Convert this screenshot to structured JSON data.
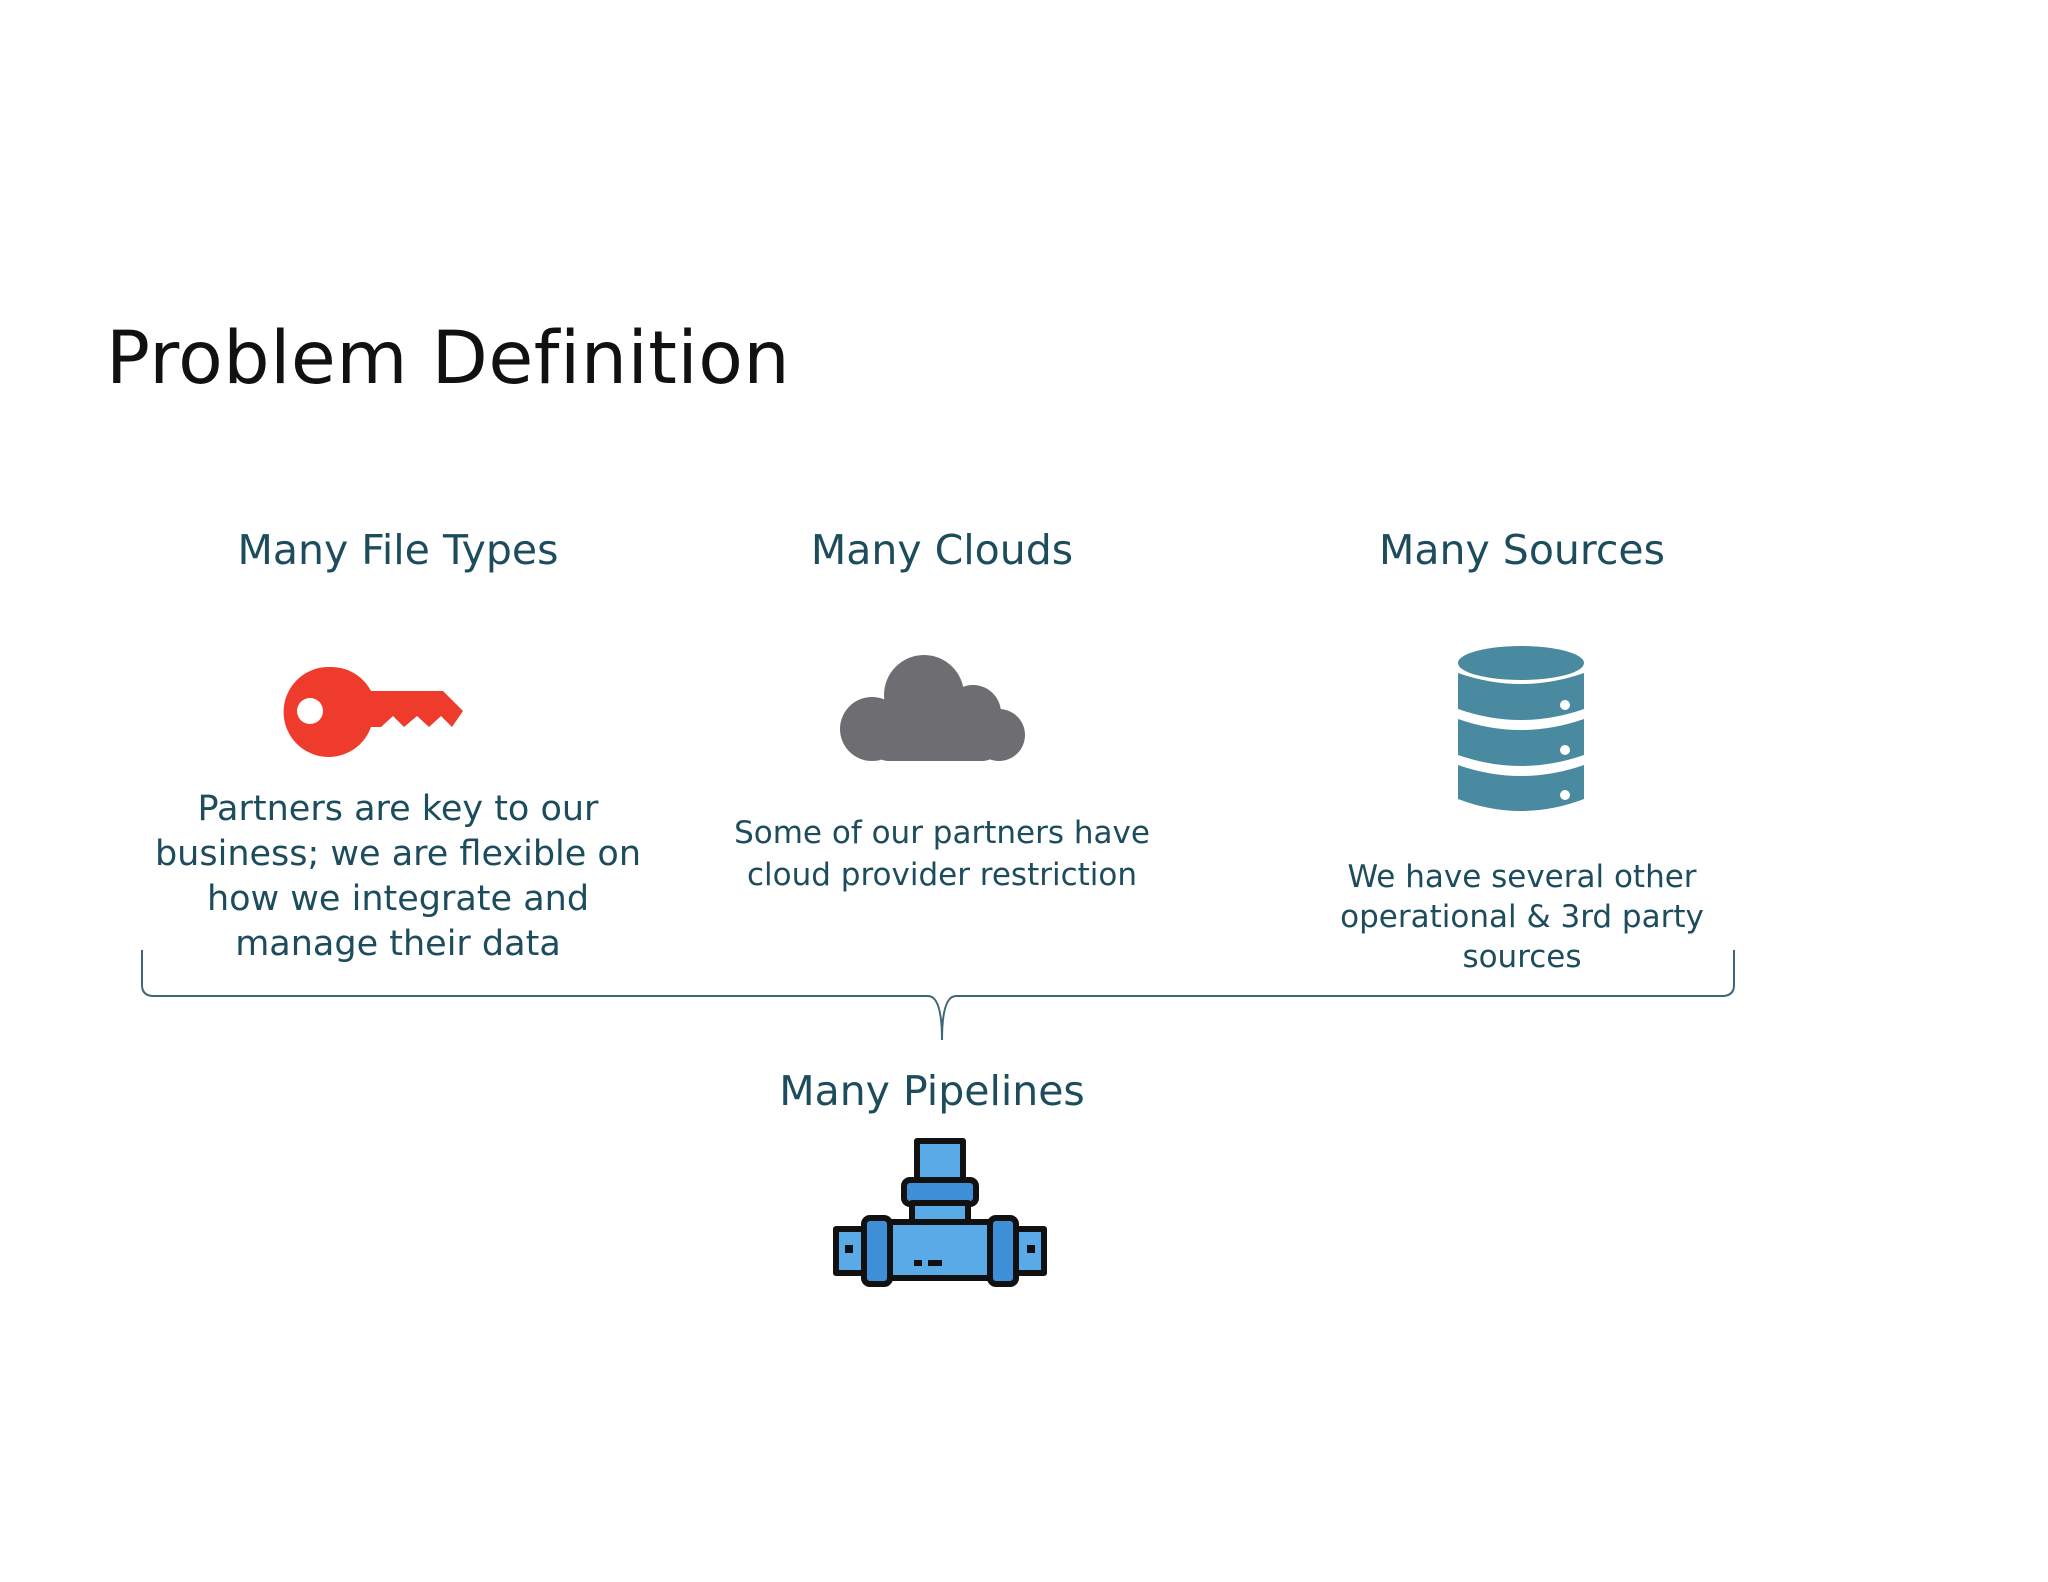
{
  "slide": {
    "title": "Problem Definition"
  },
  "columns": [
    {
      "heading": "Many File Types",
      "icon": "key-icon",
      "icon_color": "#ee3b2b",
      "description_lines": [
        "Partners are key to our",
        "business; we are flexible on",
        "how we integrate and",
        "manage their data"
      ]
    },
    {
      "heading": "Many Clouds",
      "icon": "cloud-icon",
      "icon_color": "#6e6d71",
      "description_lines": [
        "Some of our partners have",
        "cloud provider restriction"
      ]
    },
    {
      "heading": "Many Sources",
      "icon": "database-icon",
      "icon_color": "#4a8aa0",
      "description_lines": [
        "We have several other",
        "operational & 3rd party",
        "sources"
      ]
    }
  ],
  "result": {
    "heading": "Many Pipelines",
    "icon": "pipe-fitting-icon",
    "icon_color": "#5aaae8"
  },
  "colors": {
    "text": "#1d4d5d",
    "brace": "#3d6676",
    "title": "#111111"
  }
}
